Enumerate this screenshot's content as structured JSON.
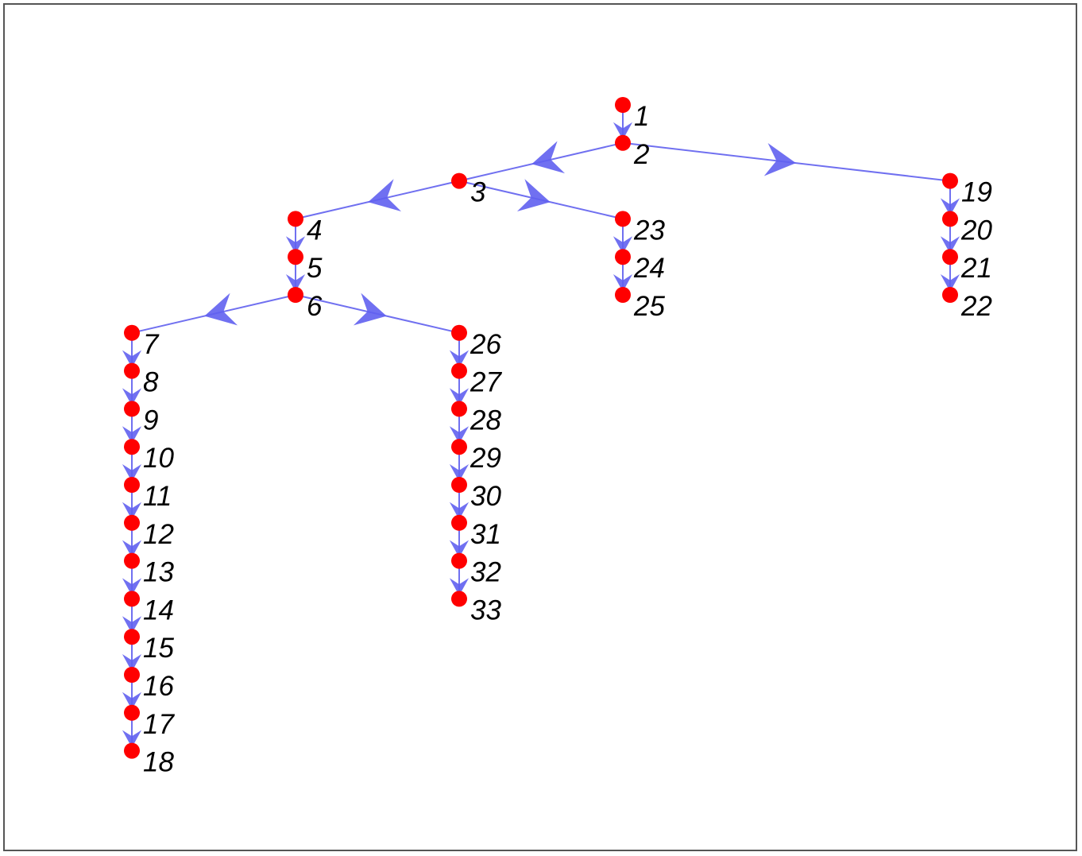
{
  "graph": {
    "type": "directed-tree",
    "node_color": "#ff0000",
    "edge_color": "#7070f0",
    "arrow_color": "#6060f0",
    "label_color": "#000000",
    "nodes": [
      "1",
      "2",
      "3",
      "4",
      "5",
      "6",
      "7",
      "8",
      "9",
      "10",
      "11",
      "12",
      "13",
      "14",
      "15",
      "16",
      "17",
      "18",
      "19",
      "20",
      "21",
      "22",
      "23",
      "24",
      "25",
      "26",
      "27",
      "28",
      "29",
      "30",
      "31",
      "32",
      "33"
    ],
    "edges": [
      [
        "1",
        "2"
      ],
      [
        "2",
        "3"
      ],
      [
        "2",
        "19"
      ],
      [
        "3",
        "4"
      ],
      [
        "3",
        "23"
      ],
      [
        "4",
        "5"
      ],
      [
        "5",
        "6"
      ],
      [
        "6",
        "7"
      ],
      [
        "6",
        "26"
      ],
      [
        "7",
        "8"
      ],
      [
        "8",
        "9"
      ],
      [
        "9",
        "10"
      ],
      [
        "10",
        "11"
      ],
      [
        "11",
        "12"
      ],
      [
        "12",
        "13"
      ],
      [
        "13",
        "14"
      ],
      [
        "14",
        "15"
      ],
      [
        "15",
        "16"
      ],
      [
        "16",
        "17"
      ],
      [
        "17",
        "18"
      ],
      [
        "19",
        "20"
      ],
      [
        "20",
        "21"
      ],
      [
        "21",
        "22"
      ],
      [
        "23",
        "24"
      ],
      [
        "24",
        "25"
      ],
      [
        "26",
        "27"
      ],
      [
        "27",
        "28"
      ],
      [
        "28",
        "29"
      ],
      [
        "29",
        "30"
      ],
      [
        "30",
        "31"
      ],
      [
        "31",
        "32"
      ],
      [
        "32",
        "33"
      ]
    ]
  }
}
